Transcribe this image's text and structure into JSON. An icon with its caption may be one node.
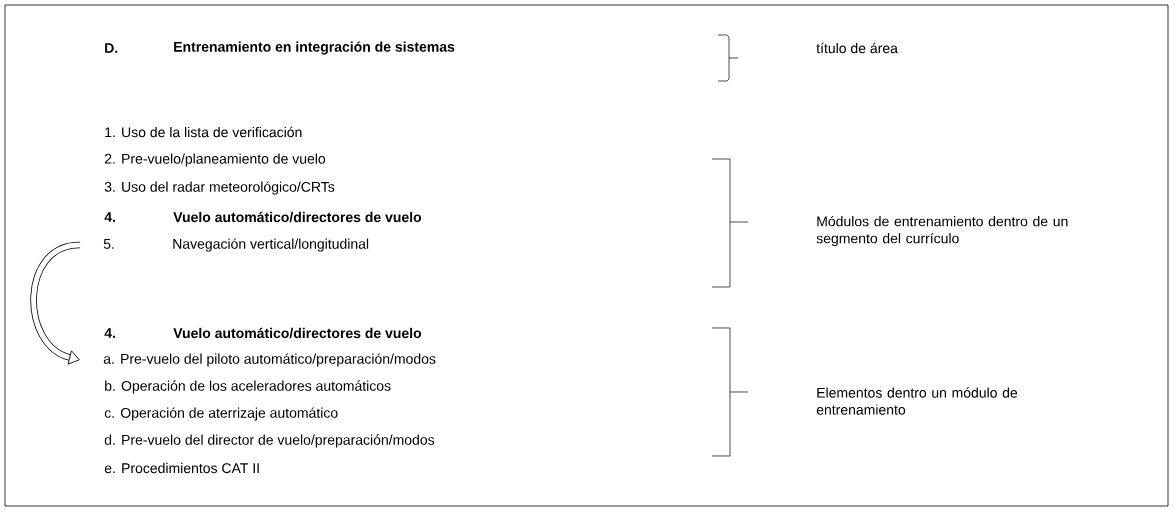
{
  "diagram": {
    "nodes": [
      {
        "text": [
          "5.",
          "Navegación vertical/longitudinal"
        ]
      },
      {
        "text": [
          "a. Pre-vuelo del piloto automático/preparación/modos"
        ]
      }
    ],
    "edges": [
      {
        "from": 0,
        "to": 1,
        "arrow": "to"
      }
    ],
    "labels": [
      "D.",
      "Entrenamiento en integración de sistemas",
      "título de área",
      "1. Uso de la lista de verificación",
      "2. Pre-vuelo/planeamiento de vuelo",
      "3. Uso del radar meteorológico/CRTs",
      "4.",
      "Vuelo automático/directores de vuelo",
      "Módulos de entrenamiento dentro de un segmento del currículo",
      "4.",
      "Vuelo automático/directores de vuelo",
      "b. Operación de los aceleradores automáticos",
      "Elementos dentro un módulo de entrenamiento",
      "c. Operación de aterrizaje automático",
      "d. Pre-vuelo del director de vuelo/preparación/modos",
      "e. Procedimientos CAT II"
    ]
  }
}
